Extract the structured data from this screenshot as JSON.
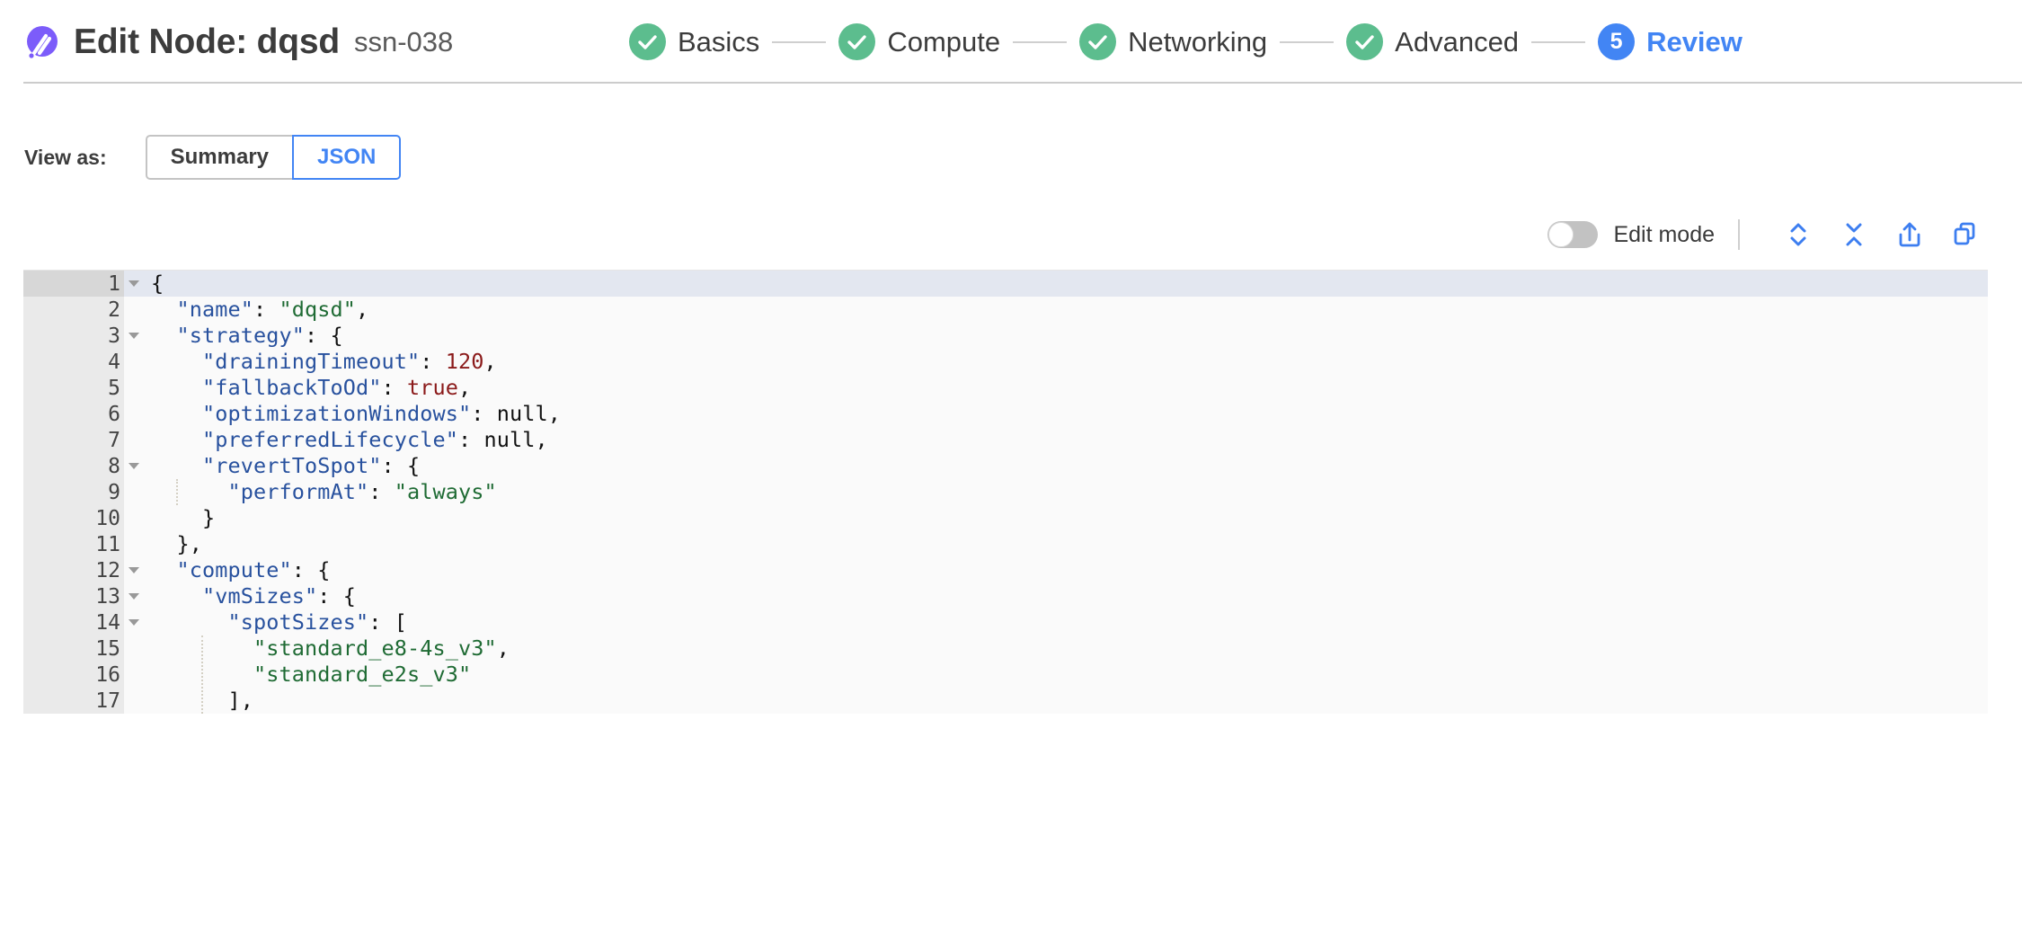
{
  "header": {
    "logo_icon": "spot-logo-icon",
    "title": "Edit Node: dqsd",
    "subtitle": "ssn-038",
    "rule_color": "#cccccc",
    "steps": [
      {
        "label": "Basics",
        "state": "done",
        "badge": "check"
      },
      {
        "label": "Compute",
        "state": "done",
        "badge": "check"
      },
      {
        "label": "Networking",
        "state": "done",
        "badge": "check"
      },
      {
        "label": "Advanced",
        "state": "done",
        "badge": "check"
      },
      {
        "label": "Review",
        "state": "current",
        "badge": "5"
      }
    ],
    "done_color": "#5cbd8e",
    "current_color": "#4285f4"
  },
  "view_as": {
    "label": "View as:",
    "options": [
      {
        "label": "Summary",
        "selected": false
      },
      {
        "label": "JSON",
        "selected": true
      }
    ]
  },
  "toolbar": {
    "edit_mode_label": "Edit mode",
    "edit_mode_on": false,
    "icons": [
      {
        "name": "expand-all-icon",
        "title": "Expand all"
      },
      {
        "name": "collapse-all-icon",
        "title": "Collapse all"
      },
      {
        "name": "export-icon",
        "title": "Export"
      },
      {
        "name": "copy-icon",
        "title": "Copy"
      }
    ],
    "icon_color": "#3d7ef0"
  },
  "editor": {
    "active_line": 1,
    "background": "#fafafa",
    "gutter_background": "#eaeaea",
    "active_line_background": "#e3e7f0",
    "lines": [
      {
        "n": 1,
        "foldable": true,
        "indent": 0,
        "tokens": [
          {
            "t": "punct",
            "v": "{"
          }
        ]
      },
      {
        "n": 2,
        "foldable": false,
        "indent": 1,
        "tokens": [
          {
            "t": "key",
            "v": "\"name\""
          },
          {
            "t": "punct",
            "v": ": "
          },
          {
            "t": "str",
            "v": "\"dqsd\""
          },
          {
            "t": "punct",
            "v": ","
          }
        ]
      },
      {
        "n": 3,
        "foldable": true,
        "indent": 1,
        "tokens": [
          {
            "t": "key",
            "v": "\"strategy\""
          },
          {
            "t": "punct",
            "v": ": {"
          }
        ]
      },
      {
        "n": 4,
        "foldable": false,
        "indent": 2,
        "tokens": [
          {
            "t": "key",
            "v": "\"drainingTimeout\""
          },
          {
            "t": "punct",
            "v": ": "
          },
          {
            "t": "num",
            "v": "120"
          },
          {
            "t": "punct",
            "v": ","
          }
        ]
      },
      {
        "n": 5,
        "foldable": false,
        "indent": 2,
        "tokens": [
          {
            "t": "key",
            "v": "\"fallbackToOd\""
          },
          {
            "t": "punct",
            "v": ": "
          },
          {
            "t": "bool",
            "v": "true"
          },
          {
            "t": "punct",
            "v": ","
          }
        ]
      },
      {
        "n": 6,
        "foldable": false,
        "indent": 2,
        "tokens": [
          {
            "t": "key",
            "v": "\"optimizationWindows\""
          },
          {
            "t": "punct",
            "v": ": "
          },
          {
            "t": "null",
            "v": "null"
          },
          {
            "t": "punct",
            "v": ","
          }
        ]
      },
      {
        "n": 7,
        "foldable": false,
        "indent": 2,
        "tokens": [
          {
            "t": "key",
            "v": "\"preferredLifecycle\""
          },
          {
            "t": "punct",
            "v": ": "
          },
          {
            "t": "null",
            "v": "null"
          },
          {
            "t": "punct",
            "v": ","
          }
        ]
      },
      {
        "n": 8,
        "foldable": true,
        "indent": 2,
        "tokens": [
          {
            "t": "key",
            "v": "\"revertToSpot\""
          },
          {
            "t": "punct",
            "v": ": {"
          }
        ]
      },
      {
        "n": 9,
        "foldable": false,
        "indent": 3,
        "tokens": [
          {
            "t": "key",
            "v": "\"performAt\""
          },
          {
            "t": "punct",
            "v": ": "
          },
          {
            "t": "str",
            "v": "\"always\""
          }
        ]
      },
      {
        "n": 10,
        "foldable": false,
        "indent": 2,
        "tokens": [
          {
            "t": "punct",
            "v": "}"
          }
        ]
      },
      {
        "n": 11,
        "foldable": false,
        "indent": 1,
        "tokens": [
          {
            "t": "punct",
            "v": "},"
          }
        ]
      },
      {
        "n": 12,
        "foldable": true,
        "indent": 1,
        "tokens": [
          {
            "t": "key",
            "v": "\"compute\""
          },
          {
            "t": "punct",
            "v": ": {"
          }
        ]
      },
      {
        "n": 13,
        "foldable": true,
        "indent": 2,
        "tokens": [
          {
            "t": "key",
            "v": "\"vmSizes\""
          },
          {
            "t": "punct",
            "v": ": {"
          }
        ]
      },
      {
        "n": 14,
        "foldable": true,
        "indent": 3,
        "tokens": [
          {
            "t": "key",
            "v": "\"spotSizes\""
          },
          {
            "t": "punct",
            "v": ": ["
          }
        ]
      },
      {
        "n": 15,
        "foldable": false,
        "indent": 4,
        "tokens": [
          {
            "t": "str",
            "v": "\"standard_e8-4s_v3\""
          },
          {
            "t": "punct",
            "v": ","
          }
        ]
      },
      {
        "n": 16,
        "foldable": false,
        "indent": 4,
        "tokens": [
          {
            "t": "str",
            "v": "\"standard_e2s_v3\""
          }
        ]
      },
      {
        "n": 17,
        "foldable": false,
        "indent": 3,
        "tokens": [
          {
            "t": "punct",
            "v": "],"
          }
        ]
      }
    ]
  }
}
